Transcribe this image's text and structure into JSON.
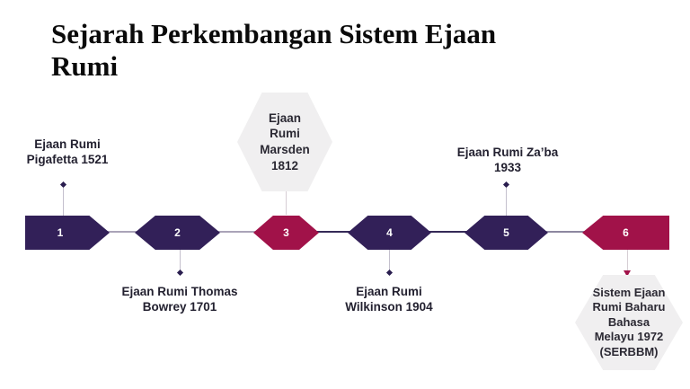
{
  "title": "Sejarah Perkembangan Sistem Ejaan Rumi",
  "title_lines": [
    "Sejarah Perkembangan Sistem Ejaan",
    "Rumi"
  ],
  "colors": {
    "node_purple": "#322058",
    "node_crimson": "#a11249",
    "badge_background": "#f0eff0",
    "label_text": "#232130",
    "connector_dark": "#352a58",
    "connector_light": "#aaa4b8"
  },
  "timeline": {
    "items": [
      {
        "number": "1",
        "label_position": "above",
        "marker": "dot",
        "label_lines": [
          "Ejaan Rumi",
          "Pigafetta 1521"
        ]
      },
      {
        "number": "2",
        "label_position": "below",
        "marker": "dot",
        "label_lines": [
          "Ejaan Rumi Thomas",
          "Bowrey 1701"
        ]
      },
      {
        "number": "3",
        "label_position": "above-badge",
        "marker": "arrow-up",
        "label_lines": [
          "Ejaan",
          "Rumi",
          "Marsden",
          "1812"
        ]
      },
      {
        "number": "4",
        "label_position": "below",
        "marker": "dot",
        "label_lines": [
          "Ejaan Rumi",
          "Wilkinson 1904"
        ]
      },
      {
        "number": "5",
        "label_position": "above",
        "marker": "dot",
        "label_lines": [
          "Ejaan Rumi Za’ba",
          "1933"
        ]
      },
      {
        "number": "6",
        "label_position": "below-badge",
        "marker": "arrow-down",
        "label_lines": [
          "Sistem Ejaan",
          "Rumi Baharu",
          "Bahasa",
          "Melayu 1972",
          "(SERBBM)"
        ]
      }
    ]
  }
}
